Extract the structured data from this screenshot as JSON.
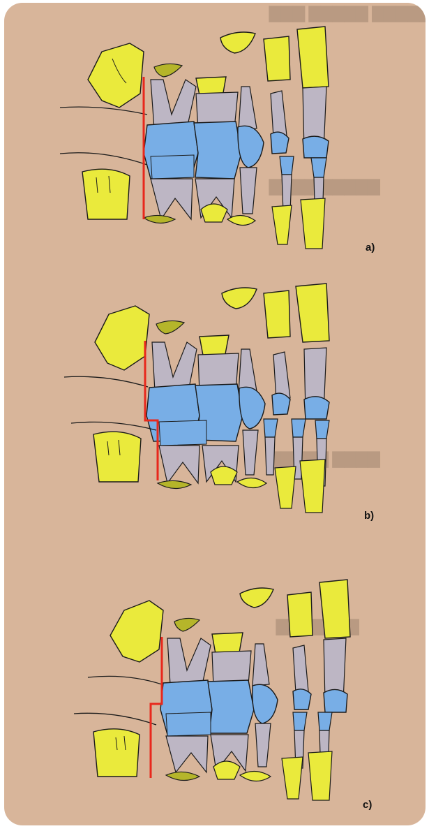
{
  "figure": {
    "panels": [
      {
        "label": "a)",
        "line_style": "straight"
      },
      {
        "label": "b)",
        "line_style": "step"
      },
      {
        "label": "c)",
        "line_style": "step"
      }
    ]
  },
  "colors": {
    "card_background": "#d8b59a",
    "primary_teeth": "#78aee6",
    "permanent_teeth_yellow": "#eaea3c",
    "permanent_teeth_gray": "#bdb6c4",
    "terminal_plane_line": "#e8281c",
    "outline": "#1a1a1a"
  }
}
